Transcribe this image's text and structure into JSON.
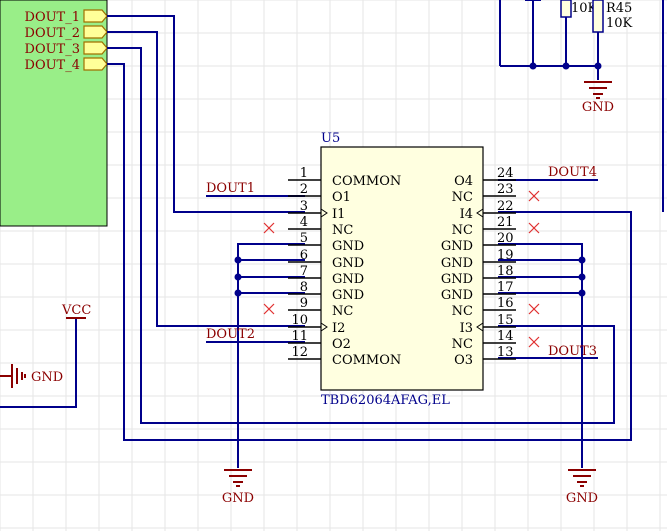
{
  "chip": {
    "designator": "U5",
    "part": "TBD62064AFAG,EL",
    "left_pins": [
      {
        "num": "1",
        "name": "COMMON"
      },
      {
        "num": "2",
        "name": "O1"
      },
      {
        "num": "3",
        "name": "I1"
      },
      {
        "num": "4",
        "name": "NC"
      },
      {
        "num": "5",
        "name": "GND"
      },
      {
        "num": "6",
        "name": "GND"
      },
      {
        "num": "7",
        "name": "GND"
      },
      {
        "num": "8",
        "name": "GND"
      },
      {
        "num": "9",
        "name": "NC"
      },
      {
        "num": "10",
        "name": "I2"
      },
      {
        "num": "11",
        "name": "O2"
      },
      {
        "num": "12",
        "name": "COMMON"
      }
    ],
    "right_pins": [
      {
        "num": "24",
        "name": "O4"
      },
      {
        "num": "23",
        "name": "NC"
      },
      {
        "num": "22",
        "name": "I4"
      },
      {
        "num": "21",
        "name": "NC"
      },
      {
        "num": "20",
        "name": "GND"
      },
      {
        "num": "19",
        "name": "GND"
      },
      {
        "num": "18",
        "name": "GND"
      },
      {
        "num": "17",
        "name": "GND"
      },
      {
        "num": "16",
        "name": "NC"
      },
      {
        "num": "15",
        "name": "I3"
      },
      {
        "num": "14",
        "name": "NC"
      },
      {
        "num": "13",
        "name": "O3"
      }
    ]
  },
  "ports": [
    "DOUT_1",
    "DOUT_2",
    "DOUT_3",
    "DOUT_4"
  ],
  "net_labels": {
    "dout1": "DOUT1",
    "dout2": "DOUT2",
    "dout3": "DOUT3",
    "dout4": "DOUT4",
    "vcc": "VCC"
  },
  "power": {
    "gnd_left": "GND",
    "gnd_right": "GND",
    "gnd_top": "GND",
    "gnd_side": "GND"
  },
  "resistors": {
    "r_left_value": "10K",
    "r45_designator": "R45",
    "r45_value": "10K"
  },
  "colors": {
    "wire": "#00008b",
    "net_label": "#8b0000",
    "chip_fill": "#ffffe0",
    "port_fill": "#ffff99",
    "panel_fill": "#99ee88"
  }
}
